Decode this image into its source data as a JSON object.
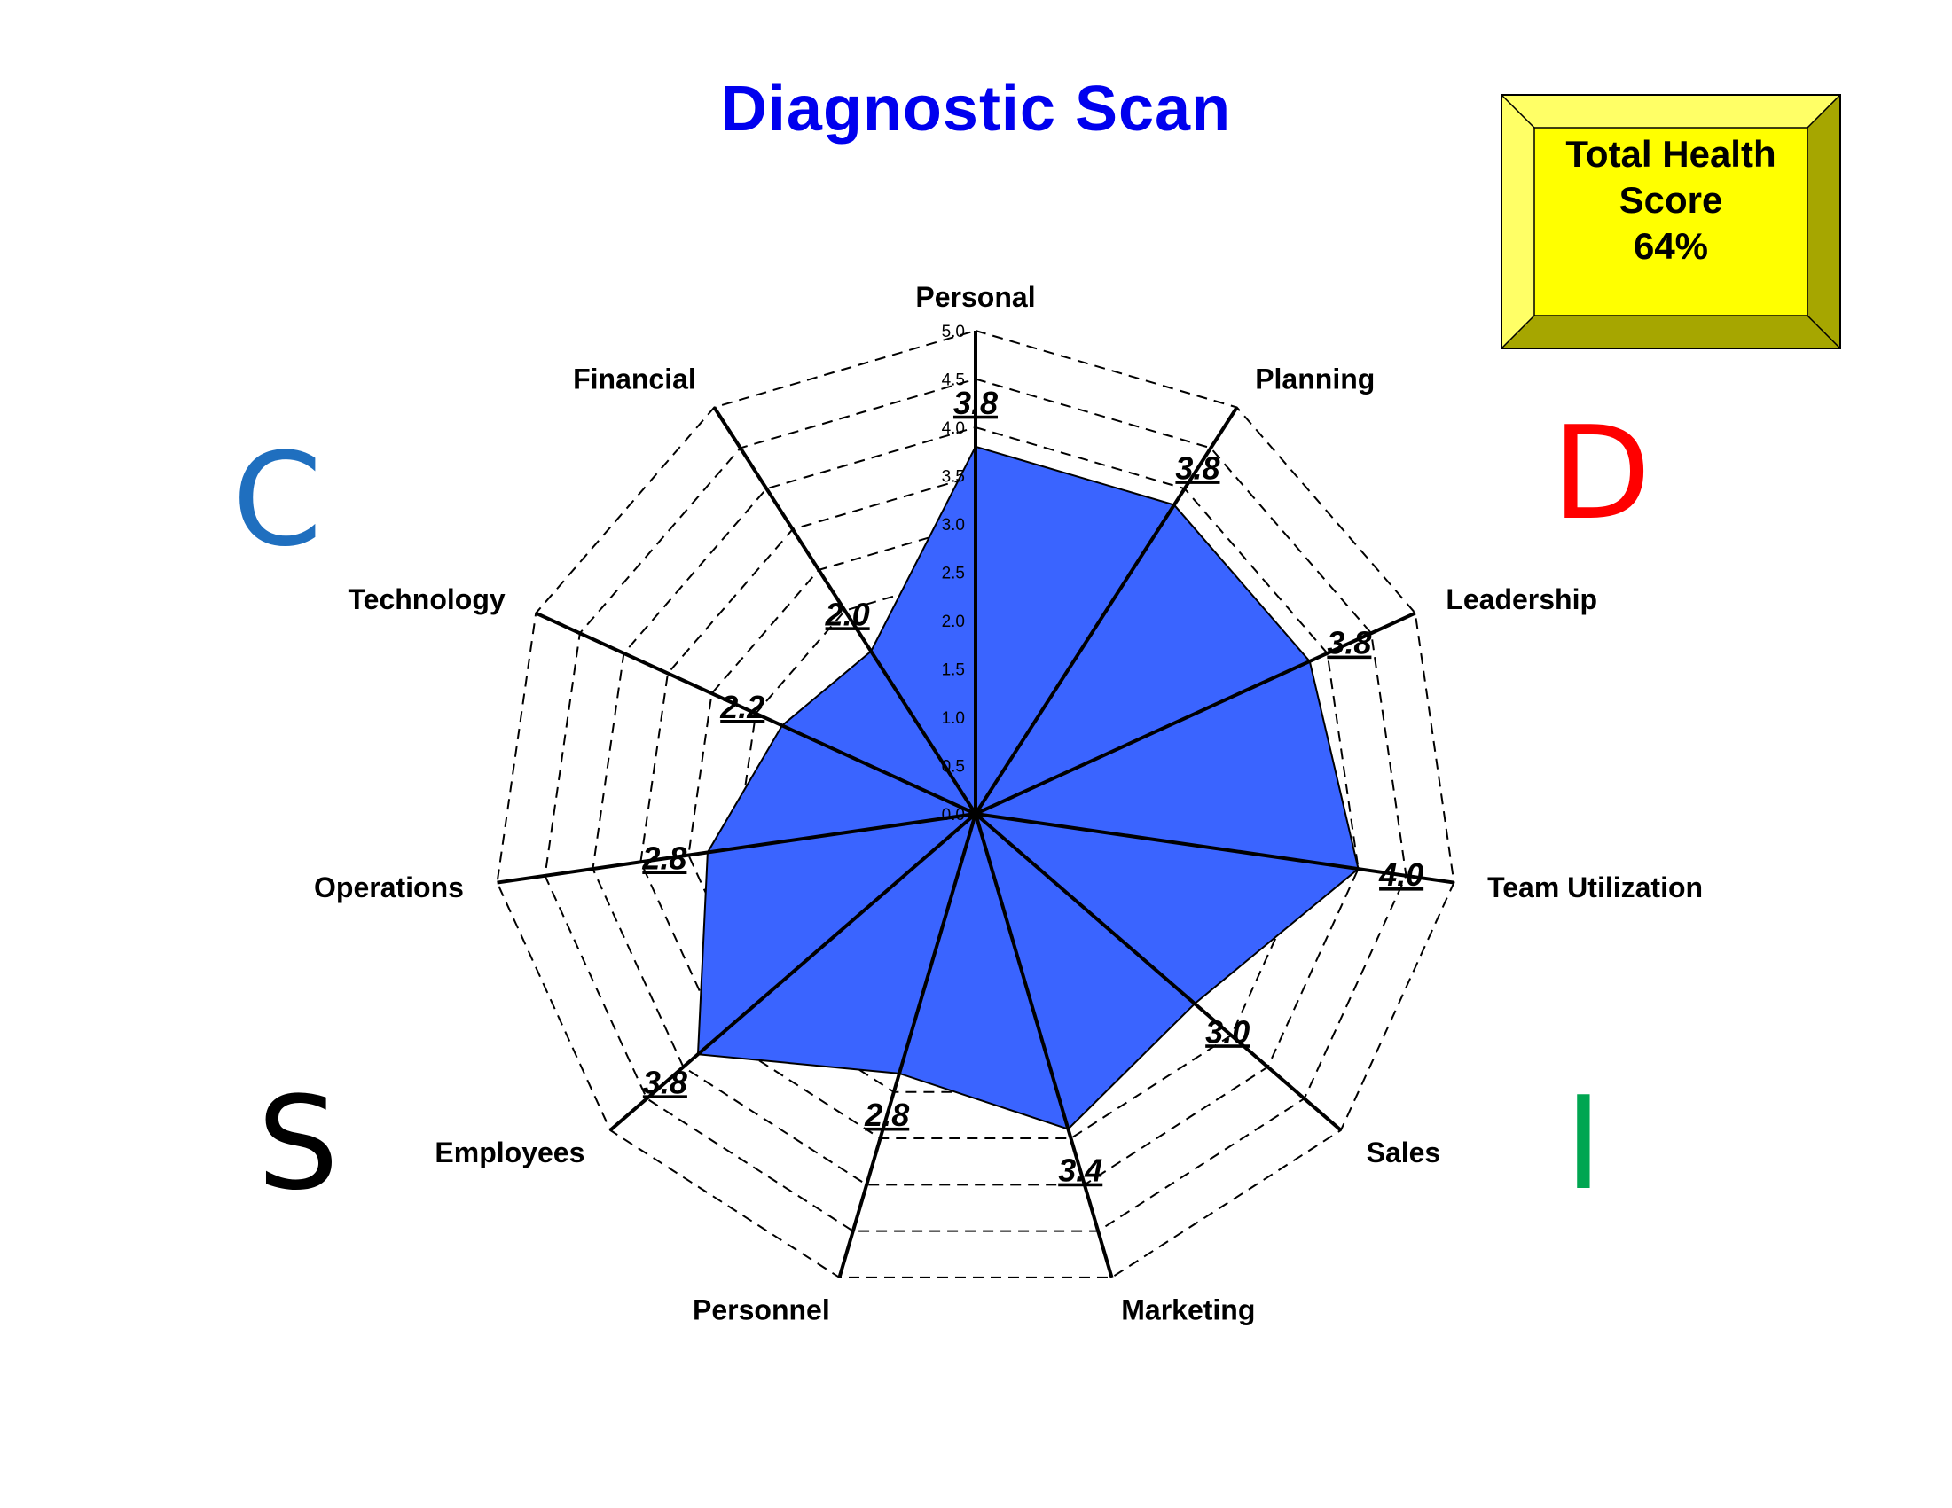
{
  "title": "Diagnostic Scan",
  "score_box": {
    "line1": "Total Health",
    "line2": "Score",
    "line3": "64%",
    "fill_color": "#ffff00",
    "bevel_light": "#ffff66",
    "bevel_dark": "#a6a600"
  },
  "quadrants": [
    {
      "letter": "C",
      "color": "#1f6fbf"
    },
    {
      "letter": "D",
      "color": "#ff0000"
    },
    {
      "letter": "I",
      "color": "#00a651"
    },
    {
      "letter": "S",
      "color": "#000000"
    }
  ],
  "chart_data": {
    "type": "radar",
    "title": "Diagnostic Scan",
    "categories": [
      "Personal",
      "Planning",
      "Leadership",
      "Team Utilization",
      "Sales",
      "Marketing",
      "Personnel",
      "Employees",
      "Operations",
      "Technology",
      "Financial"
    ],
    "values": [
      3.8,
      3.8,
      3.8,
      4.0,
      3.0,
      3.4,
      2.8,
      3.8,
      2.8,
      2.2,
      2.0
    ],
    "value_labels": [
      "3.8",
      "3.8",
      "3.8",
      "4.0",
      "3.0",
      "3.4",
      "2.8",
      "3.8",
      "2.8",
      "2.2",
      "2.0"
    ],
    "rlim": [
      0,
      5
    ],
    "ticks": [
      "0.0",
      "0.5",
      "1.0",
      "1.5",
      "2.0",
      "2.5",
      "3.0",
      "3.5",
      "4.0",
      "4.5",
      "5.0"
    ],
    "tick_values": [
      0,
      0.5,
      1,
      1.5,
      2,
      2.5,
      3,
      3.5,
      4,
      4.5,
      5
    ],
    "grid": true,
    "grid_style": "dashed",
    "fill_color": "#3a64ff"
  }
}
